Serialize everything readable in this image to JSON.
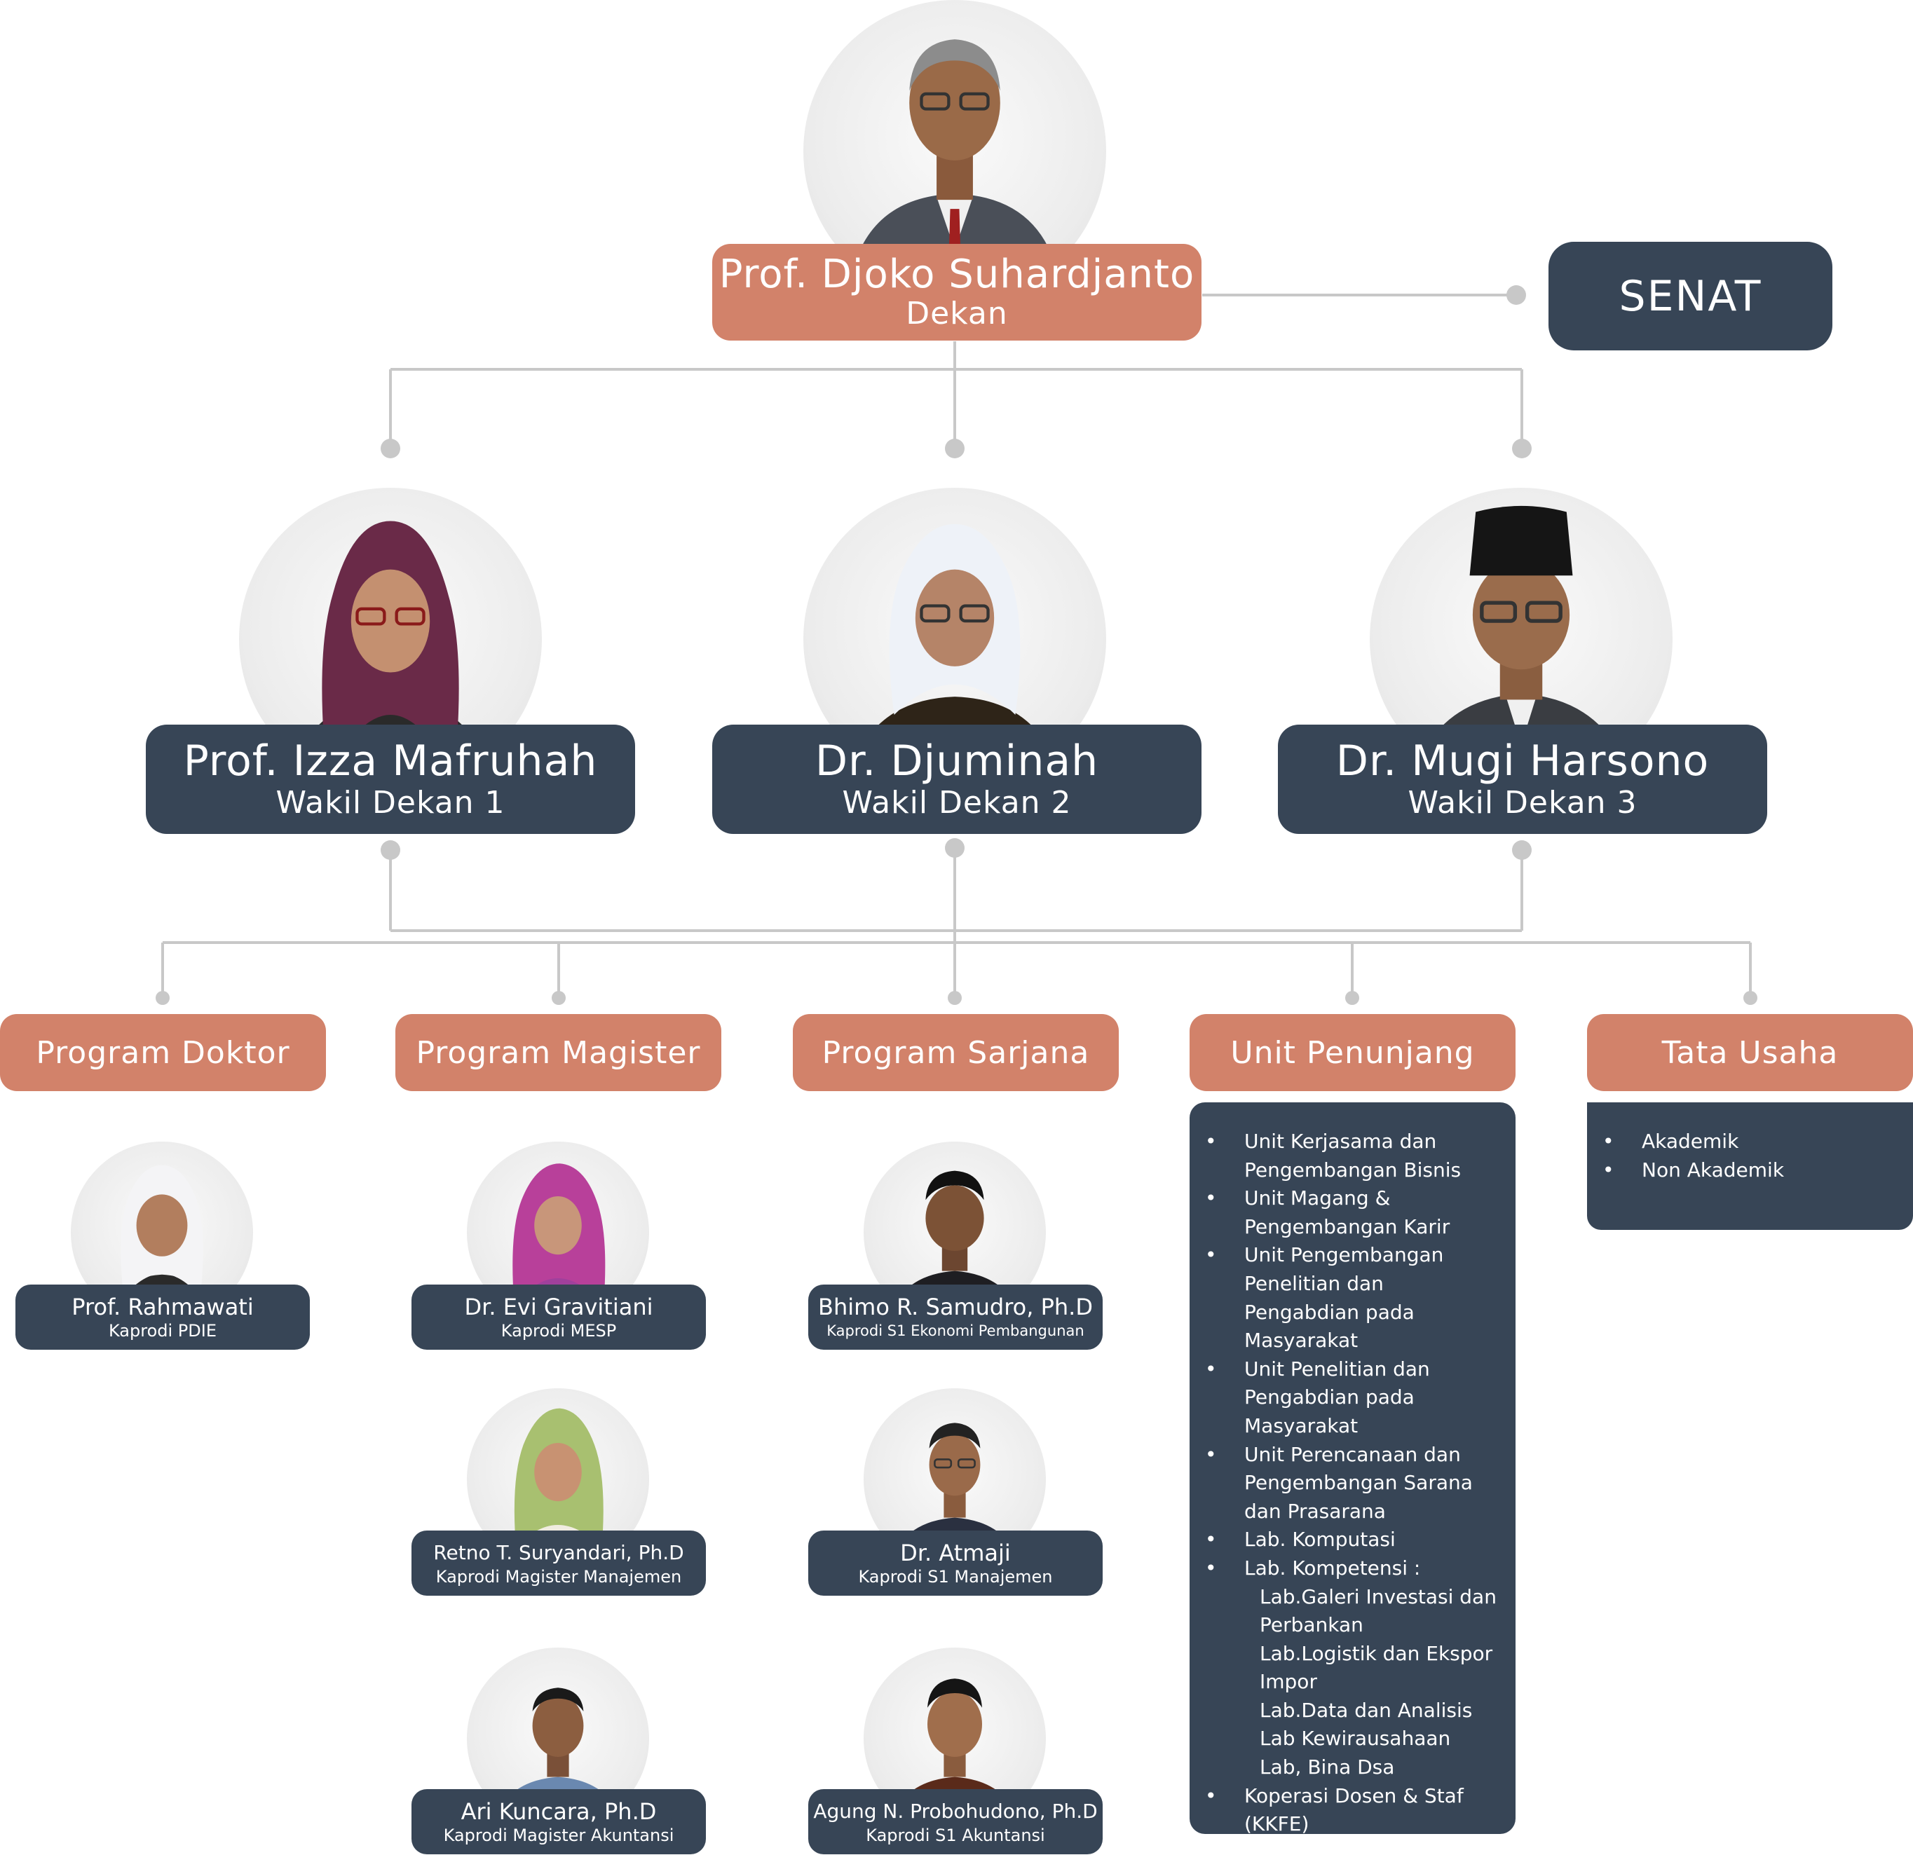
{
  "dean": {
    "name": "Prof. Djoko Suhardjanto",
    "role": "Dekan"
  },
  "senat": {
    "label": "SENAT"
  },
  "vice_deans": [
    {
      "name": "Prof. Izza Mafruhah",
      "role": "Wakil Dekan 1"
    },
    {
      "name": "Dr. Djuminah",
      "role": "Wakil Dekan 2"
    },
    {
      "name": "Dr. Mugi Harsono",
      "role": "Wakil Dekan 3"
    }
  ],
  "units": [
    {
      "label": "Program Doktor"
    },
    {
      "label": "Program Magister"
    },
    {
      "label": "Program Sarjana"
    },
    {
      "label": "Unit Penunjang"
    },
    {
      "label": "Tata Usaha"
    }
  ],
  "doktor": [
    {
      "name": "Prof. Rahmawati",
      "role": "Kaprodi PDIE"
    }
  ],
  "magister": [
    {
      "name": "Dr. Evi Gravitiani",
      "role": "Kaprodi MESP"
    },
    {
      "name": "Retno T. Suryandari, Ph.D",
      "role": "Kaprodi Magister Manajemen"
    },
    {
      "name": "Ari Kuncara, Ph.D",
      "role": "Kaprodi Magister Akuntansi"
    }
  ],
  "sarjana": [
    {
      "name": "Bhimo R. Samudro, Ph.D",
      "role": "Kaprodi S1 Ekonomi Pembangunan"
    },
    {
      "name": "Dr. Atmaji",
      "role": "Kaprodi S1 Manajemen"
    },
    {
      "name": "Agung N. Probohudono, Ph.D",
      "role": "Kaprodi S1 Akuntansi"
    }
  ],
  "unit_penunjang_items": {
    "i0": "Unit Kerjasama dan Pengembangan Bisnis",
    "i1": "Unit Magang & Pengembangan Karir",
    "i2": "Unit Pengembangan Penelitian dan Pengabdian pada Masyarakat",
    "i3": "Unit Penelitian dan Pengabdian pada Masyarakat",
    "i4": "Unit Perencanaan dan Pengembangan Sarana dan Prasarana",
    "i5": "Lab. Komputasi",
    "i6": "Lab. Kompetensi :",
    "s0": "Lab.Galeri Investasi dan Perbankan",
    "s1": "Lab.Logistik dan Ekspor Impor",
    "s2": "Lab.Data dan Analisis",
    "s3": "Lab Kewirausahaan",
    "s4": "Lab, Bina Dsa",
    "i7": "Koperasi Dosen & Staf (KKFE)"
  },
  "tata_usaha_items": [
    "Akademik",
    "Non Akademik"
  ],
  "colors": {
    "orange": "#d2826a",
    "navy": "#374556",
    "connector": "#c0c0c0"
  }
}
